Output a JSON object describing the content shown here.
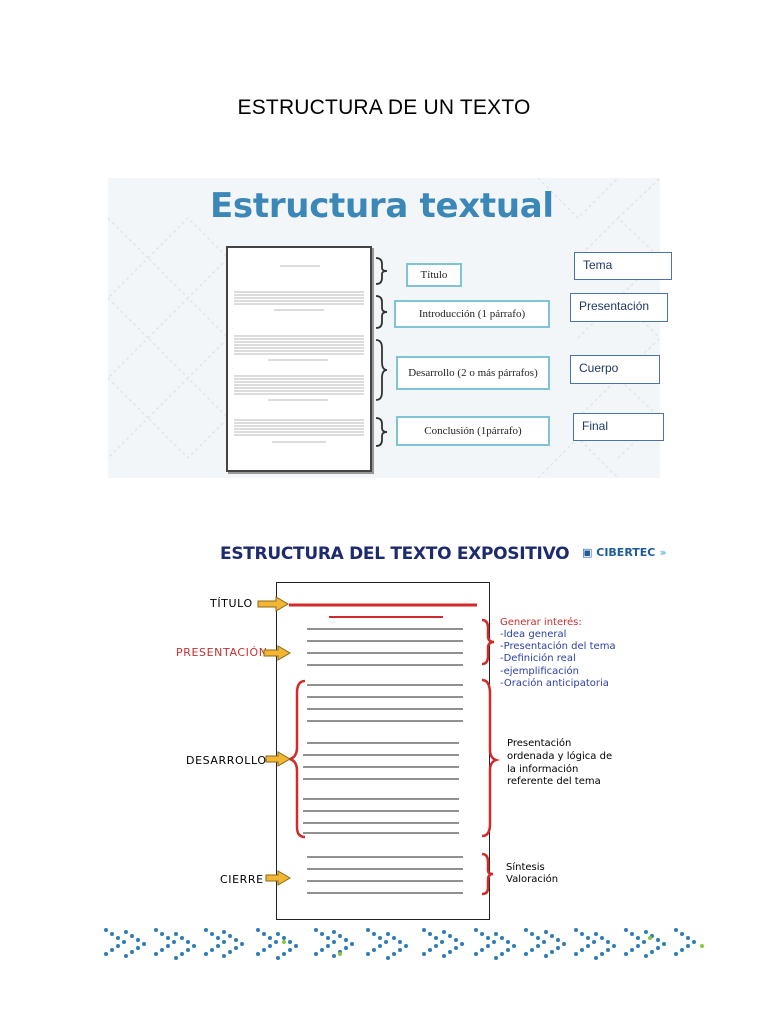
{
  "page": {
    "title": "ESTRUCTURA DE UN TEXTO"
  },
  "figure1": {
    "title": "Estructura textual",
    "boxes": [
      "Título",
      "Introducción (1 párrafo)",
      "Desarrollo (2 o más párrafos)",
      "Conclusión (1párrafo)"
    ],
    "labels": [
      "Tema",
      "Presentación",
      "Cuerpo",
      "Final"
    ]
  },
  "figure2": {
    "title": "ESTRUCTURA DEL TEXTO EXPOSITIVO",
    "logo": "CIBERTEC",
    "sections": [
      "TÍTULO",
      "PRESENTACIÓN",
      "DESARROLLO",
      "CIERRE"
    ],
    "presentation_heading": "Generar interés:",
    "presentation_items": [
      "-Idea general",
      "-Presentación del tema",
      "-Definición real",
      "-ejemplificación",
      "-Oración anticipatoria"
    ],
    "development_notes": [
      "Presentación",
      "ordenada y lógica de",
      "la información",
      "referente del tema"
    ],
    "closing_notes": [
      "Síntesis",
      "Valoración"
    ],
    "colors": {
      "title": "#1d2a6e",
      "red": "#d22a2a",
      "arrow": "#f2b632",
      "blue_text": "#2c3ea8"
    }
  }
}
